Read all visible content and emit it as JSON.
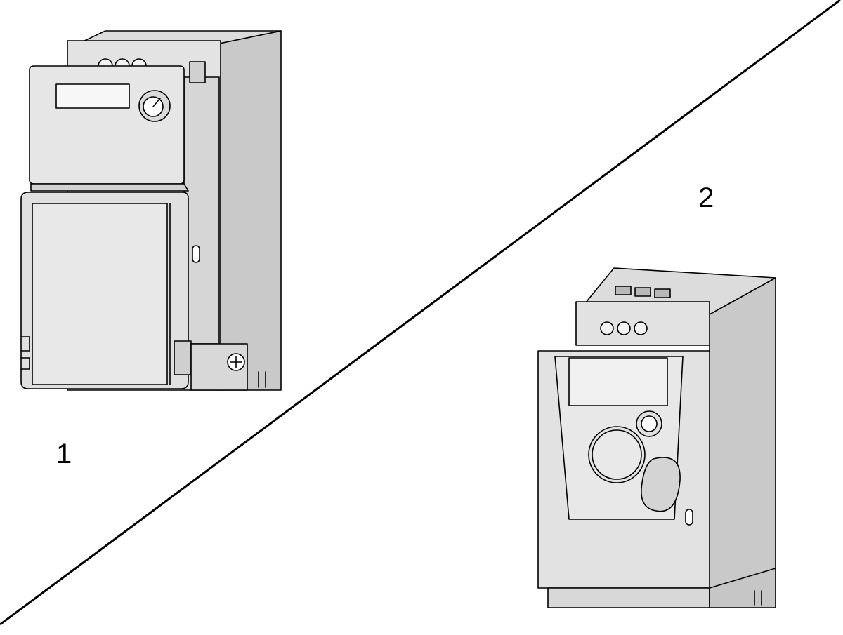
{
  "figure": {
    "callouts": [
      {
        "id": "1",
        "text": "1"
      },
      {
        "id": "2",
        "text": "2"
      }
    ],
    "colors": {
      "background": "#ffffff",
      "face": "#e6e6e6",
      "side": "#c9c9c9",
      "top": "#dcdcdc",
      "shade": "#b0b0b0",
      "line": "#000000"
    },
    "components": {
      "device_1": [
        "control-panel",
        "display-window",
        "potentiometer-knob",
        "terminal-cover",
        "top-vent-holes",
        "mounting-base",
        "ground-screw"
      ],
      "device_2": [
        "front-panel",
        "display-window",
        "jog-dial",
        "small-button",
        "oval-button",
        "top-vent-holes",
        "mounting-base"
      ]
    }
  }
}
